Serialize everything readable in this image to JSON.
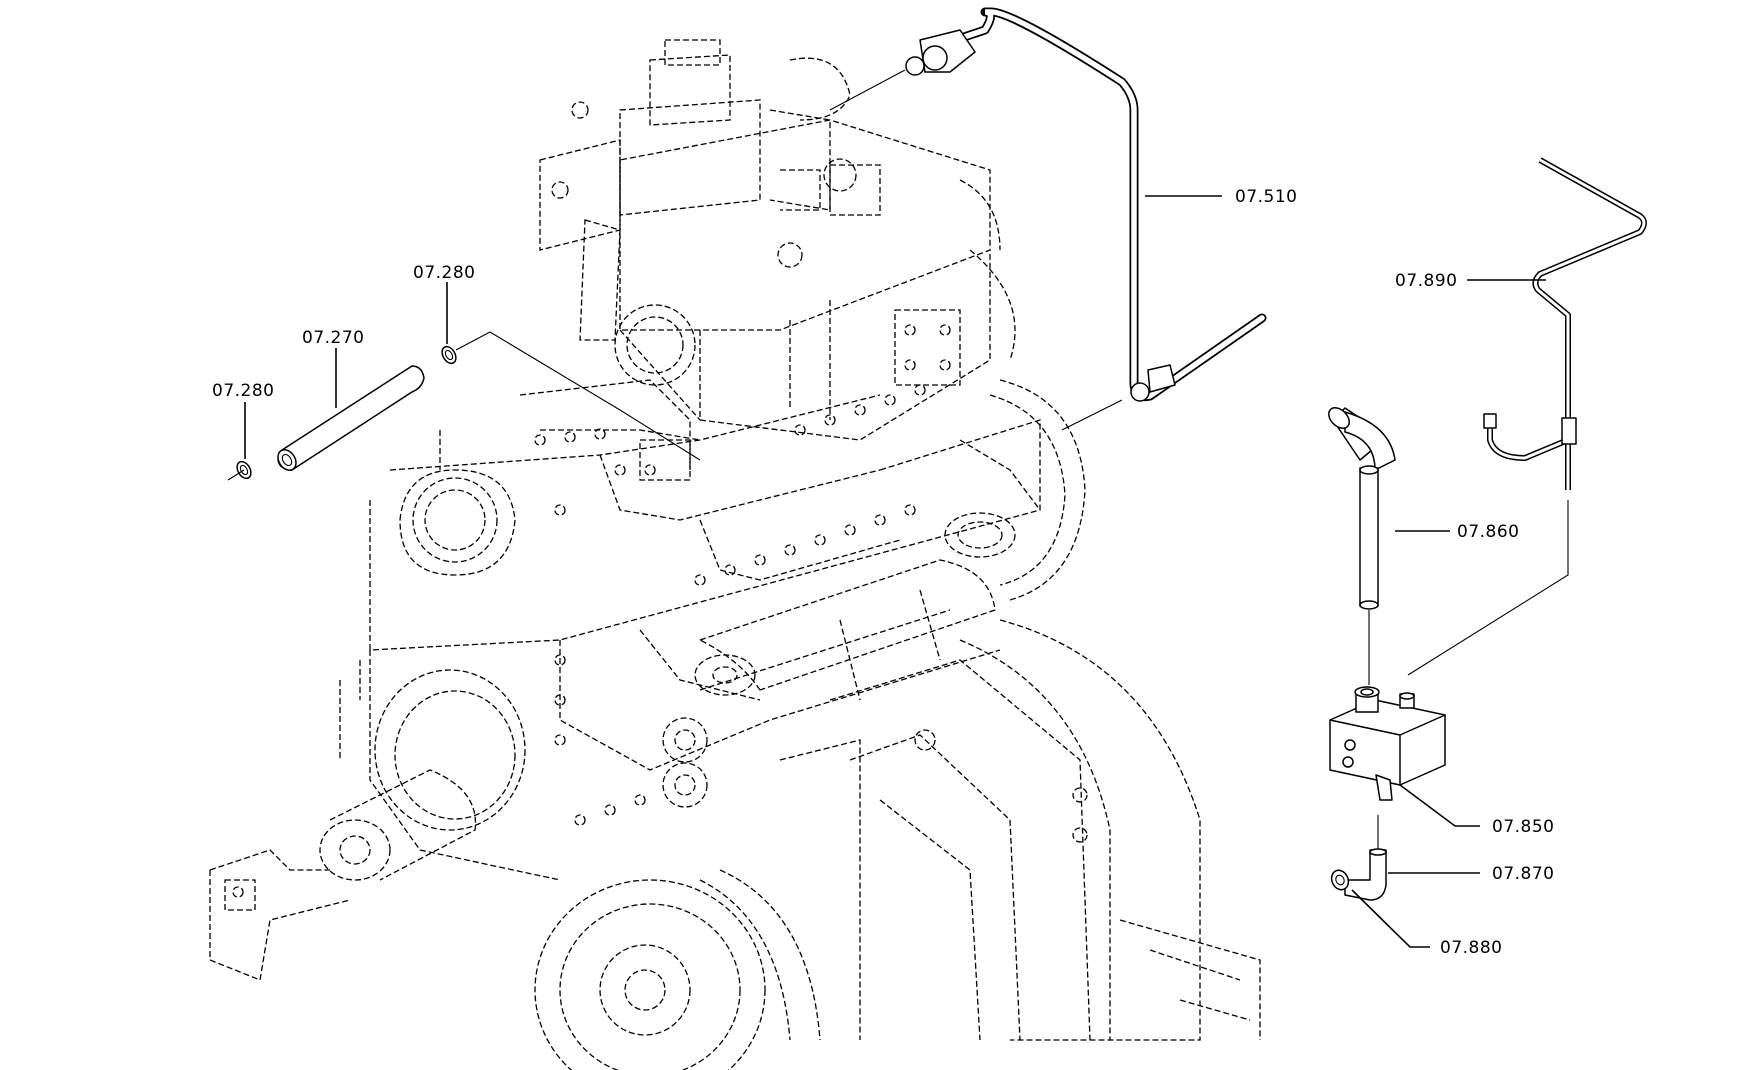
{
  "callouts": {
    "c_07510": "07.510",
    "c_07280_top": "07.280",
    "c_07270": "07.270",
    "c_07280_left": "07.280",
    "c_07890": "07.890",
    "c_07860": "07.860",
    "c_07850": "07.850",
    "c_07870": "07.870",
    "c_07880": "07.880"
  }
}
